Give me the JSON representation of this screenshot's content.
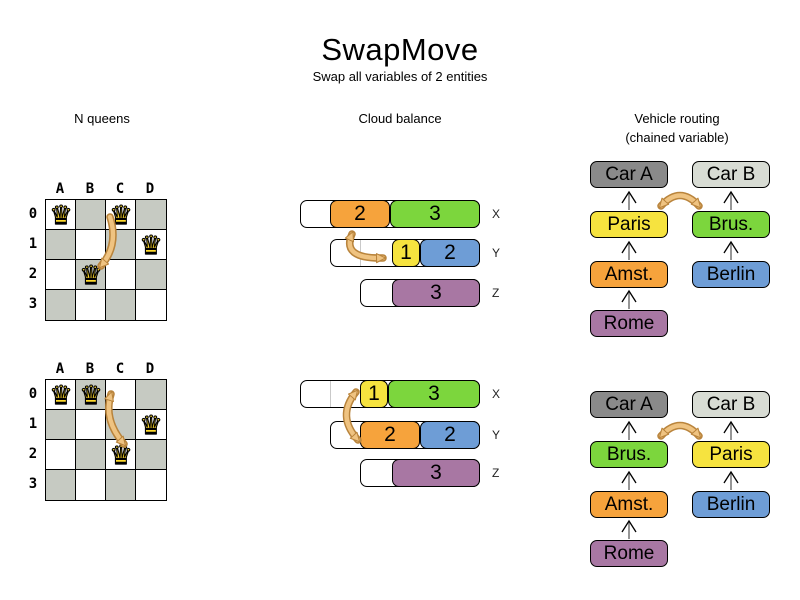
{
  "title": "SwapMove",
  "subtitle": "Swap all variables of 2 entities",
  "icons": {
    "queen": "♛",
    "swap_arrow": "curved double-headed tan arrow",
    "chain_link": "upward open-chevron arrow"
  },
  "colors": {
    "process_orange": "#F6A33C",
    "process_green": "#7CD63D",
    "process_yellow": "#F6E33F",
    "process_blue": "#6E9DD6",
    "process_purple": "#A877A3",
    "car_a_gray": "#8A8A8A",
    "car_b_gray": "#D8DCD4",
    "board_gray": "#C6CAC2",
    "swap_arrow_light": "#EFC381",
    "swap_arrow_dark": "#B9843C",
    "queen_gold": "#FFD92B"
  },
  "n_queens": {
    "header": "N queens",
    "column_labels": [
      "A",
      "B",
      "C",
      "D"
    ],
    "row_labels": [
      "0",
      "1",
      "2",
      "3"
    ],
    "before": {
      "queen_positions": [
        "A0",
        "C0",
        "D1",
        "B2"
      ],
      "swap_between": [
        "C0",
        "B2"
      ]
    },
    "after": {
      "queen_positions": [
        "A0",
        "B0",
        "D1",
        "C2"
      ],
      "swap_between": [
        "B0",
        "C2"
      ]
    }
  },
  "cloud_balance": {
    "header": "Cloud balance",
    "computers": [
      "X",
      "Y",
      "Z"
    ],
    "before": {
      "rows": [
        {
          "computer": "X",
          "blocks": [
            {
              "value": "2",
              "color": "orange"
            },
            {
              "value": "3",
              "color": "green"
            }
          ]
        },
        {
          "computer": "Y",
          "blocks": [
            {
              "value": "1",
              "color": "yellow"
            },
            {
              "value": "2",
              "color": "blue"
            }
          ]
        },
        {
          "computer": "Z",
          "blocks": [
            {
              "value": "3",
              "color": "purple"
            }
          ]
        }
      ]
    },
    "after": {
      "rows": [
        {
          "computer": "X",
          "blocks": [
            {
              "value": "1",
              "color": "yellow"
            },
            {
              "value": "3",
              "color": "green"
            }
          ]
        },
        {
          "computer": "Y",
          "blocks": [
            {
              "value": "2",
              "color": "orange"
            },
            {
              "value": "2",
              "color": "blue"
            }
          ]
        },
        {
          "computer": "Z",
          "blocks": [
            {
              "value": "3",
              "color": "purple"
            }
          ]
        }
      ]
    }
  },
  "vehicle_routing": {
    "header_line1": "Vehicle routing",
    "header_line2": "(chained variable)",
    "before": {
      "chain_a": {
        "car": "Car A",
        "stops": [
          "Paris",
          "Amst.",
          "Rome"
        ]
      },
      "chain_b": {
        "car": "Car B",
        "stops": [
          "Brus.",
          "Berlin"
        ]
      },
      "swap_between": [
        "Paris",
        "Brus."
      ]
    },
    "after": {
      "chain_a": {
        "car": "Car A",
        "stops": [
          "Brus.",
          "Amst.",
          "Rome"
        ]
      },
      "chain_b": {
        "car": "Car B",
        "stops": [
          "Paris",
          "Berlin"
        ]
      },
      "swap_between": [
        "Brus.",
        "Paris"
      ]
    }
  }
}
